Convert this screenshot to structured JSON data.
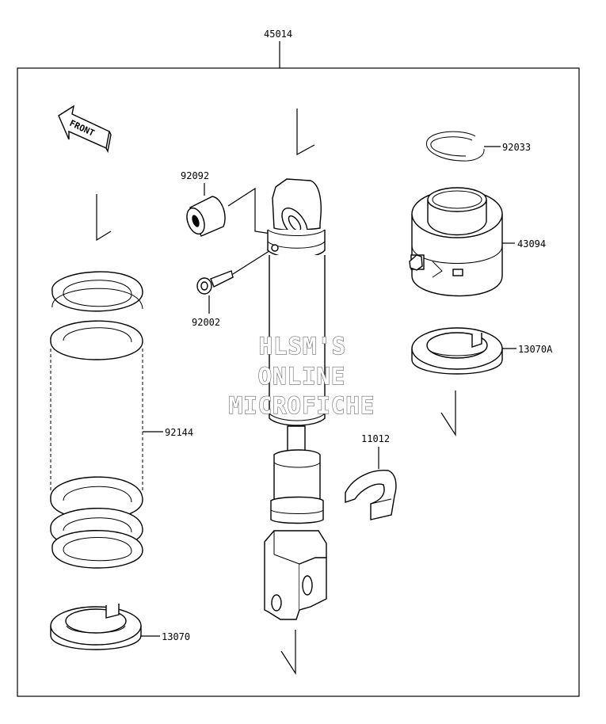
{
  "assembly": {
    "part_number": "45014"
  },
  "front_indicator": {
    "label": "FRONT"
  },
  "watermark": {
    "line1": "HLSM'S",
    "line2": "ONLINE",
    "line3": "MICROFICHE"
  },
  "parts": [
    {
      "id": "92033",
      "label": "92033"
    },
    {
      "id": "92092",
      "label": "92092"
    },
    {
      "id": "43094",
      "label": "43094"
    },
    {
      "id": "92002",
      "label": "92002"
    },
    {
      "id": "13070A",
      "label": "13070A"
    },
    {
      "id": "92144",
      "label": "92144"
    },
    {
      "id": "11012",
      "label": "11012"
    },
    {
      "id": "13070",
      "label": "13070"
    }
  ]
}
